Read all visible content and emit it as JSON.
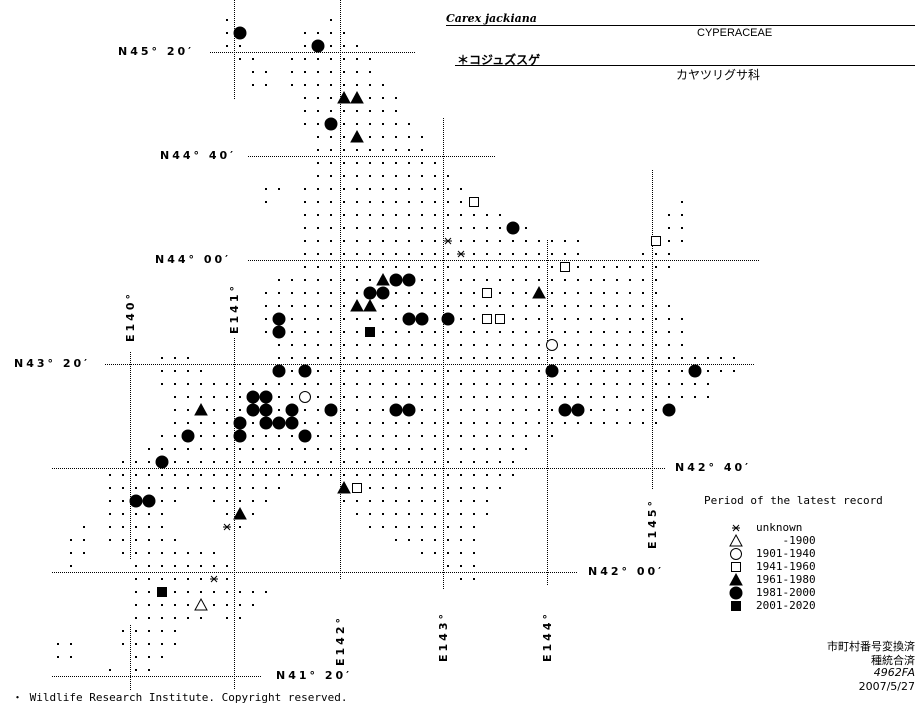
{
  "header": {
    "scientific_name": "Carex jackiana",
    "family": "CYPERACEAE",
    "japanese_name": "＊コジュズスゲ",
    "japanese_family": "カヤツリグサ科"
  },
  "latitude_labels": [
    "N45° 20′",
    "N44° 40′",
    "N44° 00′",
    "N43° 20′",
    "N42° 40′",
    "N42° 00′",
    "N41° 20′"
  ],
  "longitude_labels": [
    "E140°",
    "E141°",
    "E142°",
    "E143°",
    "E144°",
    "E145°"
  ],
  "legend": {
    "title": "Period of the latest record",
    "items": [
      {
        "key": "u",
        "symbol": "asterisk",
        "label": "unknown"
      },
      {
        "key": "a",
        "symbol": "open-triangle",
        "label": "    -1900"
      },
      {
        "key": "b",
        "symbol": "open-circle",
        "label": "1901-1940"
      },
      {
        "key": "c",
        "symbol": "open-square",
        "label": "1941-1960"
      },
      {
        "key": "d",
        "symbol": "filled-triangle",
        "label": "1961-1980"
      },
      {
        "key": "e",
        "symbol": "filled-circle",
        "label": "1981-2000"
      },
      {
        "key": "f",
        "symbol": "filled-square",
        "label": "2001-2020"
      }
    ]
  },
  "notes": [
    "市町村番号変換済",
    "種統合済",
    "4962FA",
    "2007/5/27"
  ],
  "copyright": "・ Wildlife Research Institute. Copyright reserved.",
  "records": [
    [
      45.4583,
      141.0625,
      "e"
    ],
    [
      45.375,
      141.8125,
      "e"
    ],
    [
      45.0417,
      142.0625,
      "d"
    ],
    [
      45.0417,
      142.1875,
      "d"
    ],
    [
      44.875,
      141.9375,
      "e"
    ],
    [
      44.7917,
      142.1875,
      "d"
    ],
    [
      44.375,
      143.3125,
      "c"
    ],
    [
      44.2083,
      143.6875,
      "e"
    ],
    [
      44.125,
      143.0625,
      "u"
    ],
    [
      44.125,
      145.0625,
      "c"
    ],
    [
      44.0417,
      143.1875,
      "u"
    ],
    [
      43.9583,
      144.1875,
      "c"
    ],
    [
      43.875,
      142.4375,
      "d"
    ],
    [
      43.875,
      142.5625,
      "e"
    ],
    [
      43.875,
      142.6875,
      "e"
    ],
    [
      43.7917,
      142.3125,
      "e"
    ],
    [
      43.7917,
      142.4375,
      "e"
    ],
    [
      43.7917,
      143.4375,
      "c"
    ],
    [
      43.7917,
      143.9375,
      "d"
    ],
    [
      43.7083,
      142.1875,
      "d"
    ],
    [
      43.7083,
      142.3125,
      "d"
    ],
    [
      43.625,
      141.4375,
      "e"
    ],
    [
      43.625,
      142.6875,
      "e"
    ],
    [
      43.625,
      142.8125,
      "e"
    ],
    [
      43.625,
      143.0625,
      "e"
    ],
    [
      43.625,
      143.4375,
      "c"
    ],
    [
      43.625,
      143.5625,
      "c"
    ],
    [
      43.5417,
      141.4375,
      "e"
    ],
    [
      43.5417,
      142.3125,
      "f"
    ],
    [
      43.4583,
      144.0625,
      "b"
    ],
    [
      43.2917,
      141.4375,
      "e"
    ],
    [
      43.2917,
      141.6875,
      "e"
    ],
    [
      43.2917,
      144.0625,
      "e"
    ],
    [
      43.2917,
      145.4375,
      "e"
    ],
    [
      43.125,
      141.1875,
      "e"
    ],
    [
      43.125,
      141.3125,
      "e"
    ],
    [
      43.125,
      141.6875,
      "b"
    ],
    [
      43.0417,
      140.6875,
      "d"
    ],
    [
      43.0417,
      141.1875,
      "e"
    ],
    [
      43.0417,
      141.3125,
      "e"
    ],
    [
      43.0417,
      141.5625,
      "e"
    ],
    [
      43.0417,
      141.9375,
      "e"
    ],
    [
      43.0417,
      142.5625,
      "e"
    ],
    [
      43.0417,
      142.6875,
      "e"
    ],
    [
      43.0417,
      144.1875,
      "e"
    ],
    [
      43.0417,
      144.3125,
      "e"
    ],
    [
      43.0417,
      145.1875,
      "e"
    ],
    [
      42.9583,
      141.0625,
      "e"
    ],
    [
      42.9583,
      141.3125,
      "e"
    ],
    [
      42.9583,
      141.4375,
      "e"
    ],
    [
      42.9583,
      141.5625,
      "e"
    ],
    [
      42.875,
      140.5625,
      "e"
    ],
    [
      42.875,
      141.0625,
      "e"
    ],
    [
      42.875,
      141.6875,
      "e"
    ],
    [
      42.7083,
      140.3125,
      "e"
    ],
    [
      42.5417,
      142.0625,
      "d"
    ],
    [
      42.5417,
      142.1875,
      "c"
    ],
    [
      42.4583,
      140.0625,
      "e"
    ],
    [
      42.4583,
      140.1875,
      "e"
    ],
    [
      42.375,
      141.0625,
      "d"
    ],
    [
      42.2917,
      140.9375,
      "u"
    ],
    [
      41.9583,
      140.8125,
      "u"
    ],
    [
      41.875,
      140.3125,
      "f"
    ],
    [
      41.7917,
      140.6875,
      "a"
    ]
  ]
}
